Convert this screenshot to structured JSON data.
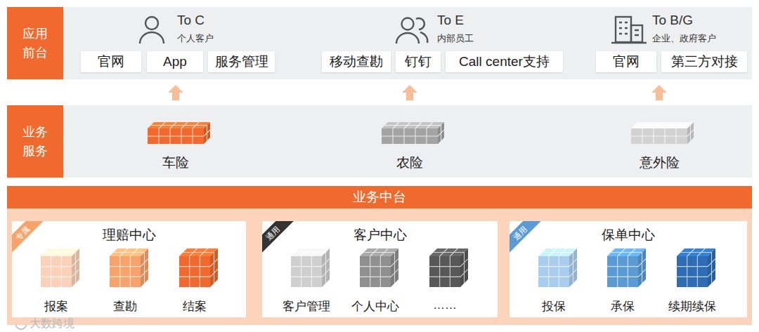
{
  "diagram": {
    "nodes": [
      {
        "text": [
          "应用 前台"
        ]
      },
      {
        "text": [
          "官网"
        ]
      },
      {
        "text": [
          "App"
        ]
      },
      {
        "text": [
          "服务管理"
        ]
      },
      {
        "text": [
          "移动查勘"
        ]
      },
      {
        "text": [
          "钉钉"
        ]
      },
      {
        "text": [
          "Call center支持"
        ]
      },
      {
        "text": [
          "官网"
        ]
      },
      {
        "text": [
          "第三方对接"
        ]
      },
      {
        "text": [
          "业务 服务"
        ]
      },
      {
        "text": [
          "业务中台"
        ]
      },
      {
        "text": [
          "理赔中心",
          "报案",
          "查勘",
          "结案"
        ],
        "in": 10
      },
      {
        "text": [
          "客户中心",
          "客户管理",
          "个人中心",
          "……"
        ],
        "in": 10
      },
      {
        "text": [
          "保单中心",
          "投保",
          "承保",
          "续期续保"
        ],
        "in": 10
      }
    ],
    "labels": [
      "To C",
      "个人客户",
      "To E",
      "内部员工",
      "To B/G",
      "企业、政府客户",
      "车险",
      "农险",
      "意外险",
      "专属",
      "通用",
      "通用",
      "大数跨境"
    ]
  }
}
